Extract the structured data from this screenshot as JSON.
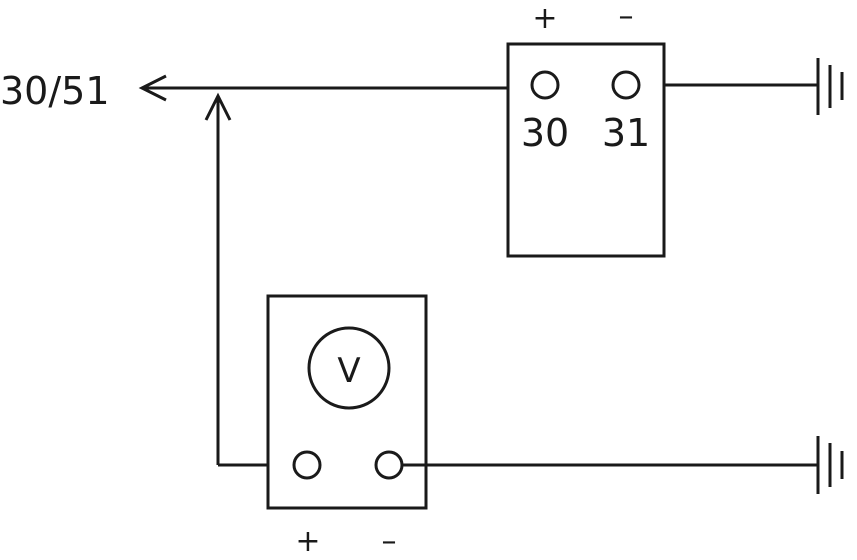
{
  "diagram": {
    "output_label": "30/51",
    "battery": {
      "plus_sign": "+",
      "minus_sign": "–",
      "terminal_plus_label": "30",
      "terminal_minus_label": "31"
    },
    "voltmeter": {
      "symbol": "V",
      "plus_sign": "+",
      "minus_sign": "–"
    },
    "icons": {
      "ground": "ground-icon",
      "arrow": "arrow-icon"
    },
    "colors": {
      "line": "#1a1a1a",
      "background": "#ffffff"
    }
  }
}
